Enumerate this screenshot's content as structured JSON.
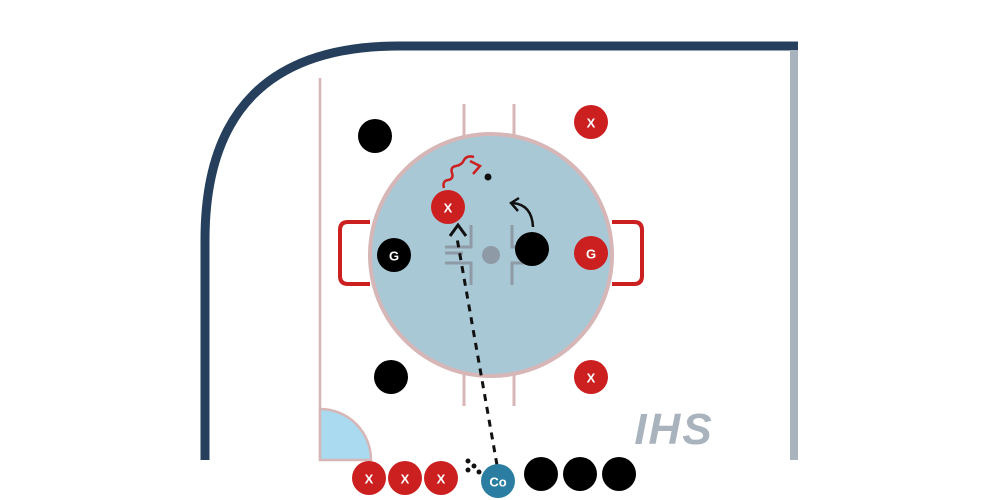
{
  "logo": {
    "text": "IHS",
    "color": "#a9b3bd"
  },
  "colors": {
    "boards": "#253f5c",
    "glass": "#a9b3bd",
    "lines": "#d6b6b6",
    "faceoff_circle": "#a9c8d6",
    "crease": "#a9daf0",
    "net": "#cc1f1f",
    "red_player": "#cc1f1f",
    "black_player": "#000000",
    "coach": "#2b7ea1",
    "hashmarks": "#8e9aa6"
  },
  "players": {
    "x_label": "X",
    "goalie_label": "G",
    "coach_label": "Co"
  },
  "legend_tokens": {
    "red_x_count": 3,
    "black_count": 3
  }
}
